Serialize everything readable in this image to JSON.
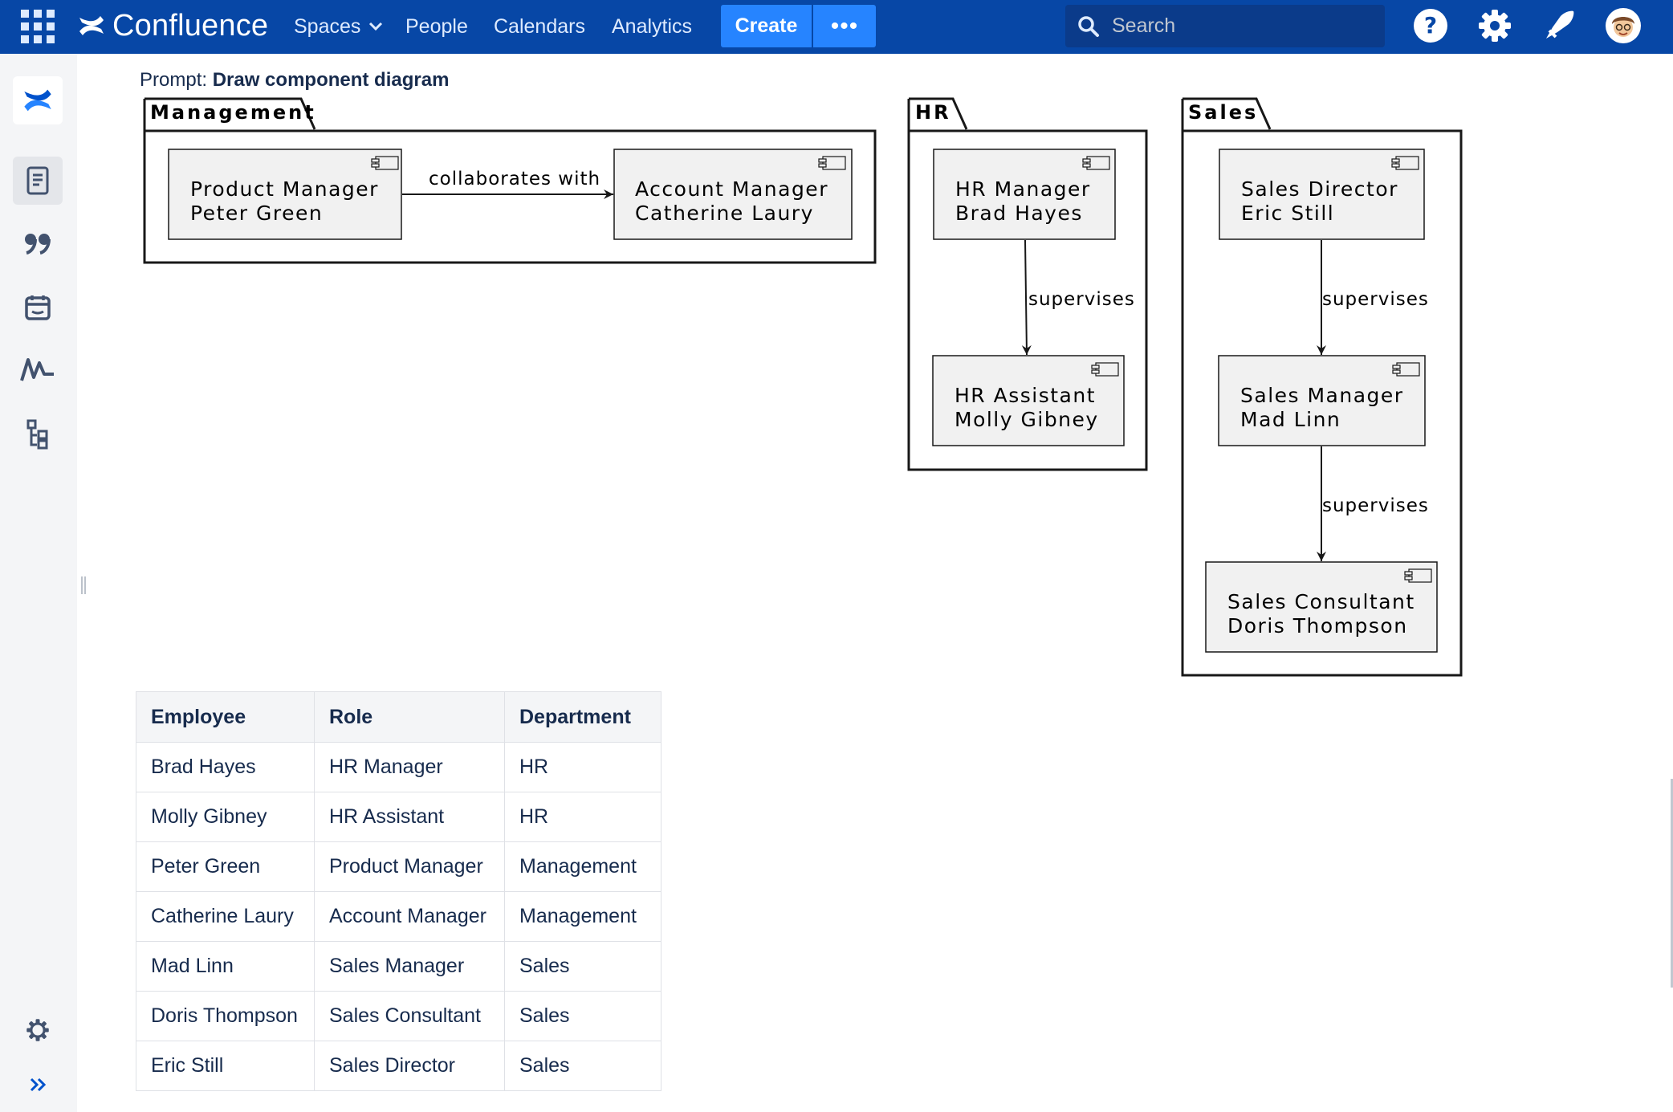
{
  "app": {
    "name": "Confluence"
  },
  "nav": {
    "spaces": "Spaces",
    "people": "People",
    "calendars": "Calendars",
    "analytics": "Analytics",
    "create": "Create",
    "more": "•••"
  },
  "search": {
    "placeholder": "Search"
  },
  "prompt": {
    "label": "Prompt:",
    "text": "Draw component diagram"
  },
  "diagram": {
    "packages": [
      {
        "name": "Management",
        "components": [
          {
            "title": "Product Manager",
            "person": "Peter Green"
          },
          {
            "title": "Account Manager",
            "person": "Catherine Laury"
          }
        ],
        "relations": [
          {
            "from": "Product Manager",
            "to": "Account Manager",
            "label": "collaborates with"
          }
        ]
      },
      {
        "name": "HR",
        "components": [
          {
            "title": "HR Manager",
            "person": "Brad Hayes"
          },
          {
            "title": "HR Assistant",
            "person": "Molly Gibney"
          }
        ],
        "relations": [
          {
            "from": "HR Manager",
            "to": "HR Assistant",
            "label": "supervises"
          }
        ]
      },
      {
        "name": "Sales",
        "components": [
          {
            "title": "Sales Director",
            "person": "Eric Still"
          },
          {
            "title": "Sales Manager",
            "person": "Mad Linn"
          },
          {
            "title": "Sales Consultant",
            "person": "Doris Thompson"
          }
        ],
        "relations": [
          {
            "from": "Sales Director",
            "to": "Sales Manager",
            "label": "supervises"
          },
          {
            "from": "Sales Manager",
            "to": "Sales Consultant",
            "label": "supervises"
          }
        ]
      }
    ]
  },
  "table": {
    "headers": [
      "Employee",
      "Role",
      "Department"
    ],
    "rows": [
      [
        "Brad Hayes",
        "HR Manager",
        "HR"
      ],
      [
        "Molly Gibney",
        "HR Assistant",
        "HR"
      ],
      [
        "Peter Green",
        "Product Manager",
        "Management"
      ],
      [
        "Catherine Laury",
        "Account Manager",
        "Management"
      ],
      [
        "Mad Linn",
        "Sales Manager",
        "Sales"
      ],
      [
        "Doris Thompson",
        "Sales Consultant",
        "Sales"
      ],
      [
        "Eric Still",
        "Sales Director",
        "Sales"
      ]
    ]
  },
  "sidebar": {
    "items": [
      {
        "icon": "confluence-logo-icon"
      },
      {
        "icon": "pages-icon"
      },
      {
        "icon": "blog-quote-icon"
      },
      {
        "icon": "calendar-icon"
      },
      {
        "icon": "analytics-icon"
      },
      {
        "icon": "page-tree-icon"
      },
      {
        "icon": "settings-icon"
      },
      {
        "icon": "expand-sidebar-icon"
      }
    ]
  },
  "colors": {
    "topbar": "#0747a6",
    "accent": "#2684ff",
    "sidebar": "#f4f5f7",
    "component_fill": "#f1f1f1"
  }
}
